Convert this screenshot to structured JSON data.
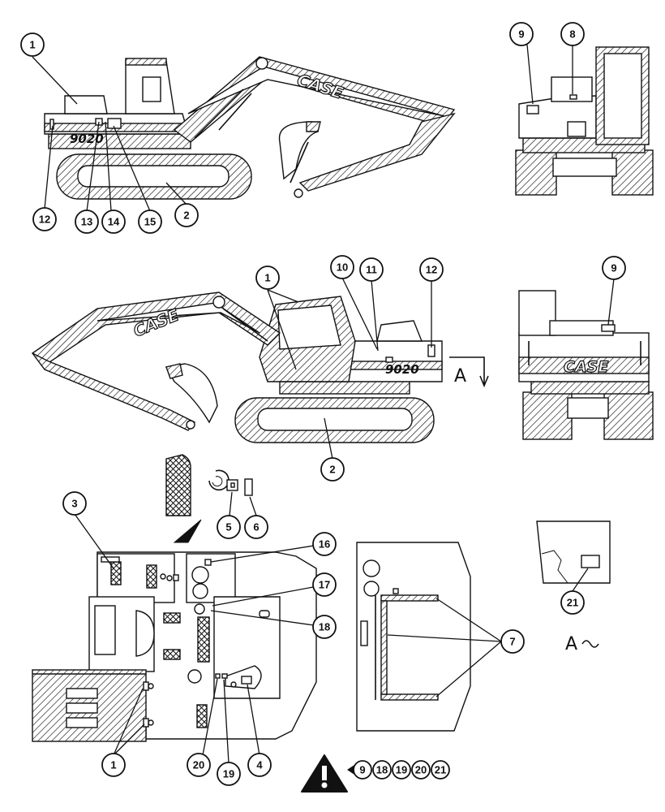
{
  "brand": "CASE",
  "model": "9020",
  "view_labels": {
    "section_a": "A",
    "view_a": "A"
  },
  "callouts_top_side": [
    "1",
    "12",
    "13",
    "14",
    "15",
    "2"
  ],
  "callouts_top_rear": [
    "9",
    "8"
  ],
  "callouts_mid_side": [
    "1",
    "10",
    "11",
    "12",
    "2"
  ],
  "callouts_mid_front": [
    "9"
  ],
  "callouts_decal": [
    "5",
    "6"
  ],
  "callouts_plan": [
    "3",
    "16",
    "17",
    "18",
    "1",
    "20",
    "19",
    "4"
  ],
  "callouts_plan_right": [
    "7"
  ],
  "callouts_view_a": [
    "21"
  ],
  "warning_refs": [
    "9",
    "18",
    "19",
    "20",
    "21"
  ]
}
